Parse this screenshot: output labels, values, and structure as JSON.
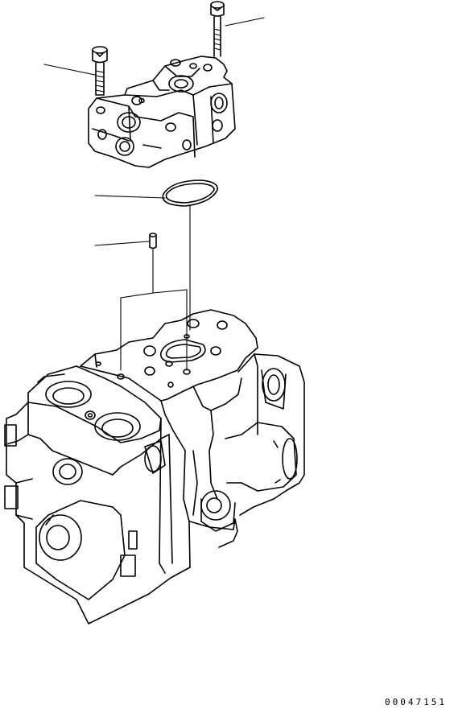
{
  "drawing": {
    "number": "00047151",
    "parts": [
      {
        "name": "bolt",
        "callout": "leader"
      },
      {
        "name": "bolt",
        "callout": "leader"
      },
      {
        "name": "o-ring",
        "callout": "leader"
      },
      {
        "name": "dowel-pin",
        "callout": "leader"
      }
    ]
  }
}
